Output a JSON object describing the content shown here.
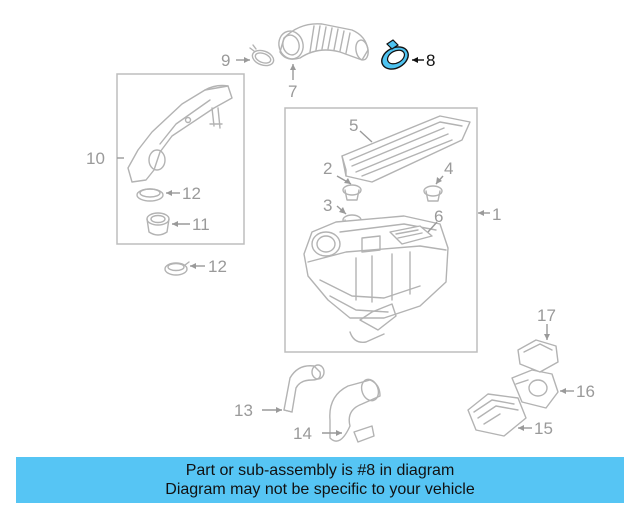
{
  "callouts": {
    "c1": "1",
    "c2": "2",
    "c3": "3",
    "c4": "4",
    "c5": "5",
    "c6": "6",
    "c7": "7",
    "c8": "8",
    "c9": "9",
    "c10": "10",
    "c11": "11",
    "c12a": "12",
    "c12b": "12",
    "c13": "13",
    "c14": "14",
    "c15": "15",
    "c16": "16",
    "c17": "17"
  },
  "highlighted_part": "8",
  "colors": {
    "highlight_fill": "#4ec3f0",
    "banner_bg": "#56c5f4",
    "line_gray": "#b3b3b3"
  },
  "banner": {
    "line1": "Part or sub-assembly is #8 in diagram",
    "line2": "Diagram may not be specific to your vehicle"
  }
}
